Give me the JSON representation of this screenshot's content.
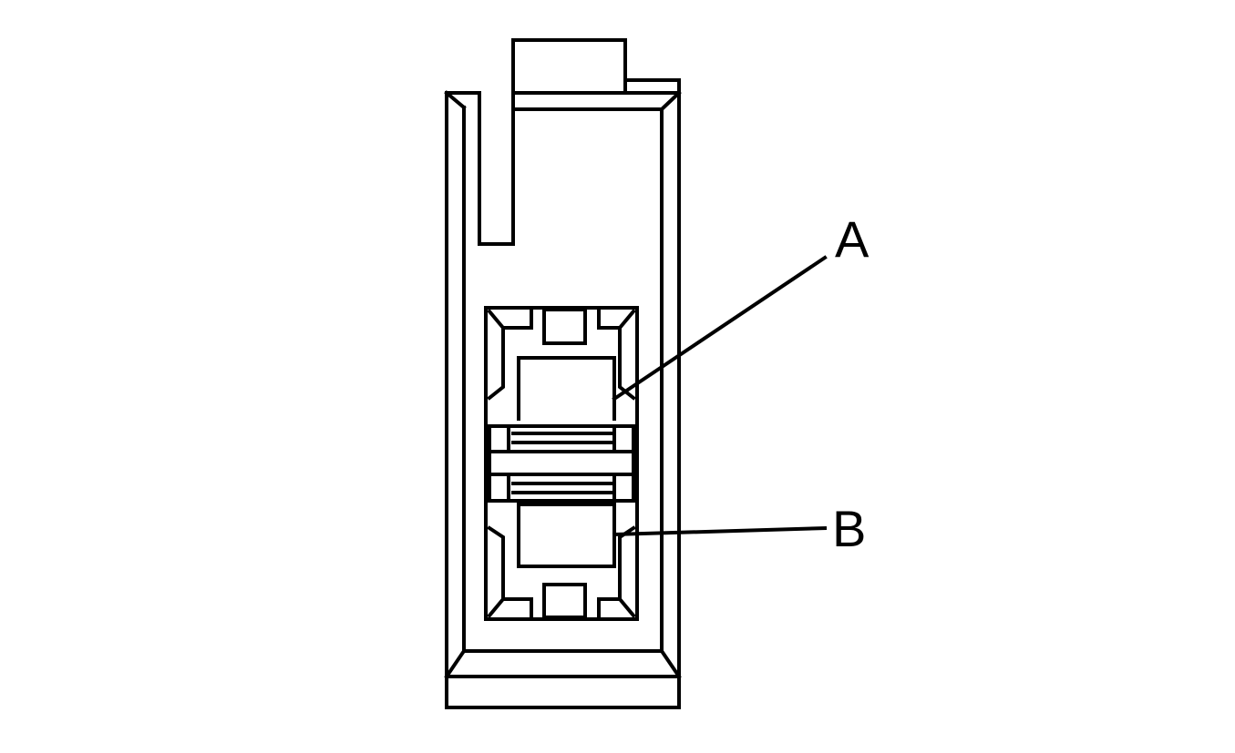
{
  "diagram": {
    "callouts": [
      {
        "id": "A",
        "label": "A"
      },
      {
        "id": "B",
        "label": "B"
      }
    ]
  },
  "colors": {
    "line": "#000000",
    "background": "#ffffff"
  }
}
